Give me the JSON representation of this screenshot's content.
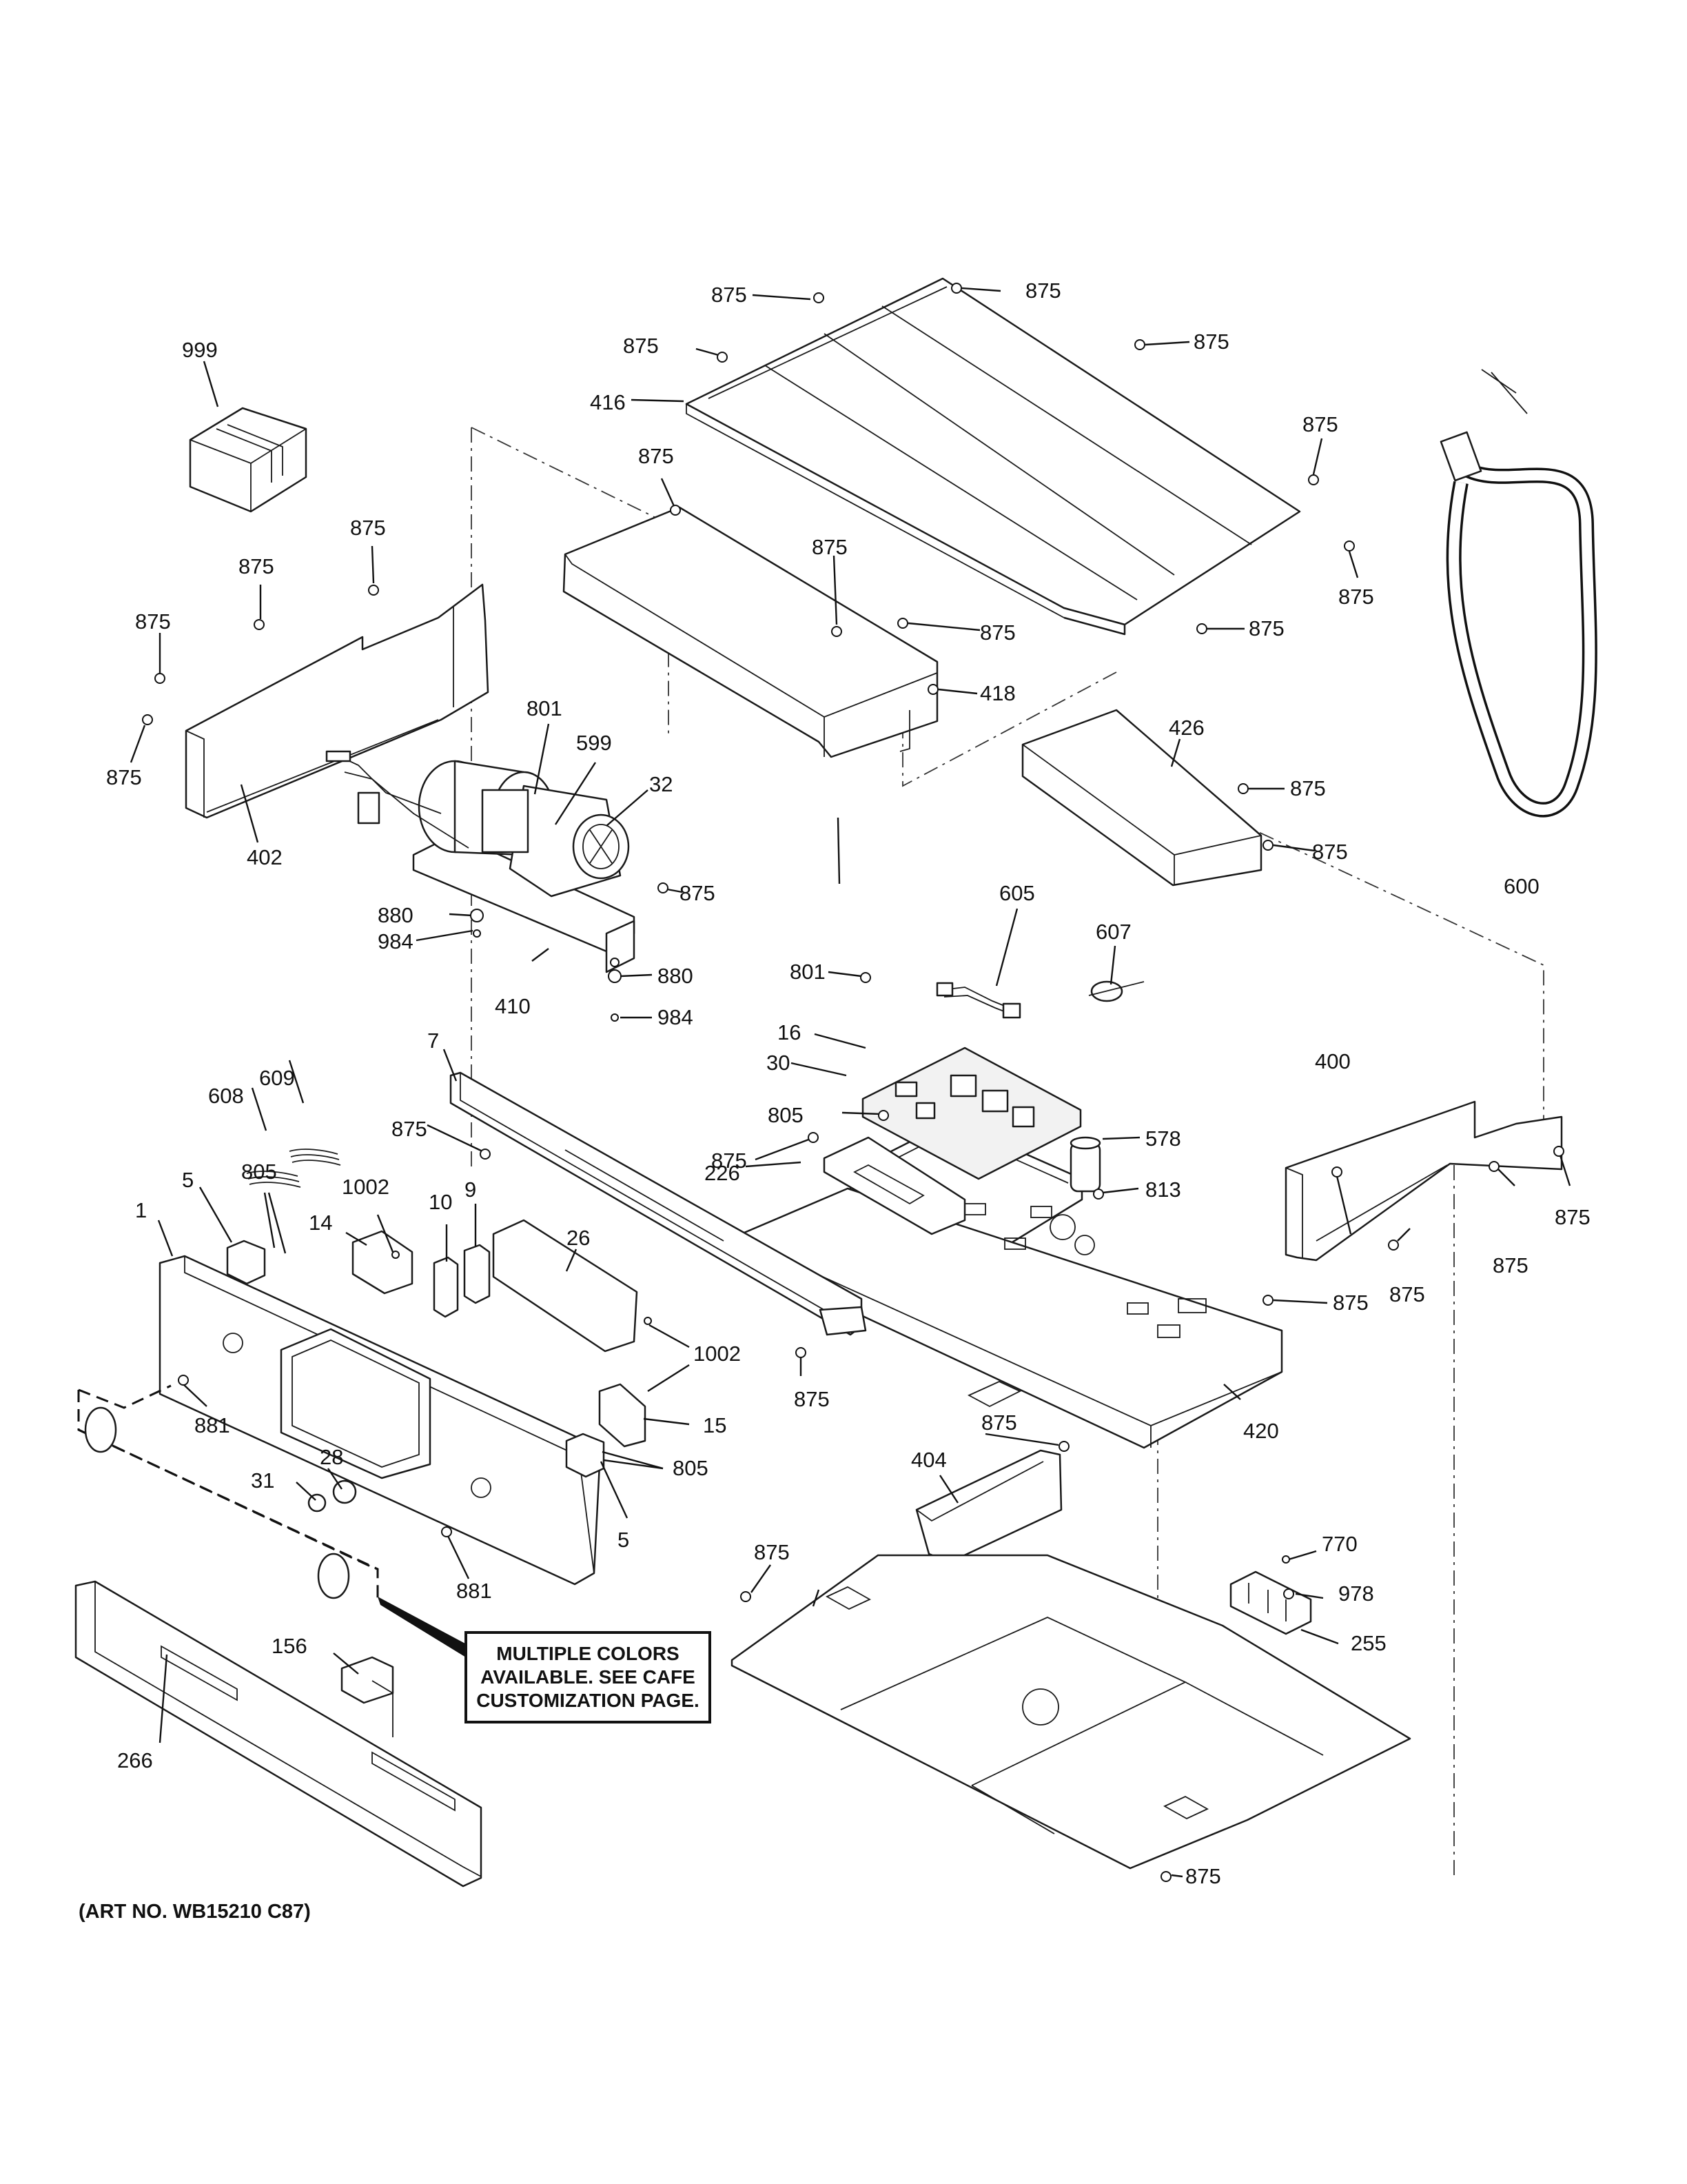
{
  "diagram": {
    "art_number": "(ART NO. WB15210 C87)",
    "note_lines": [
      "MULTIPLE COLORS",
      "AVAILABLE. SEE CAFE",
      "CUSTOMIZATION PAGE."
    ]
  },
  "labels": {
    "p999": "999",
    "p875a": "875",
    "p875b": "875",
    "p875c": "875",
    "p875d": "875",
    "p875e": "875",
    "p875f": "875",
    "p875g": "875",
    "p875h": "875",
    "p875i": "875",
    "p875j": "875",
    "p875k": "875",
    "p875l": "875",
    "p875m": "875",
    "p875n": "875",
    "p875o": "875",
    "p875p": "875",
    "p875q": "875",
    "p875r": "875",
    "p875s": "875",
    "p875t": "875",
    "p875u": "875",
    "p875v": "875",
    "p875w": "875",
    "p875x": "875",
    "p875y": "875",
    "p875z": "875",
    "p416": "416",
    "p418": "418",
    "p426": "426",
    "p402": "402",
    "p801a": "801",
    "p599": "599",
    "p32": "32",
    "p880a": "880",
    "p984a": "984",
    "p410": "410",
    "p880b": "880",
    "p984b": "984",
    "p600": "600",
    "p605": "605",
    "p607": "607",
    "p801b": "801",
    "p16": "16",
    "p30": "30",
    "p805a": "805",
    "p226": "226",
    "p578": "578",
    "p813": "813",
    "p400": "400",
    "p420": "420",
    "p609": "609",
    "p608": "608",
    "p7": "7",
    "p5a": "5",
    "p805b": "805",
    "p1002a": "1002",
    "p10": "10",
    "p9": "9",
    "p14": "14",
    "p1": "1",
    "p26": "26",
    "p1002b": "1002",
    "p15": "15",
    "p805c": "805",
    "p5b": "5",
    "p881a": "881",
    "p28": "28",
    "p31": "31",
    "p881b": "881",
    "p404": "404",
    "p770": "770",
    "p978": "978",
    "p255": "255",
    "p156": "156",
    "p266": "266"
  }
}
